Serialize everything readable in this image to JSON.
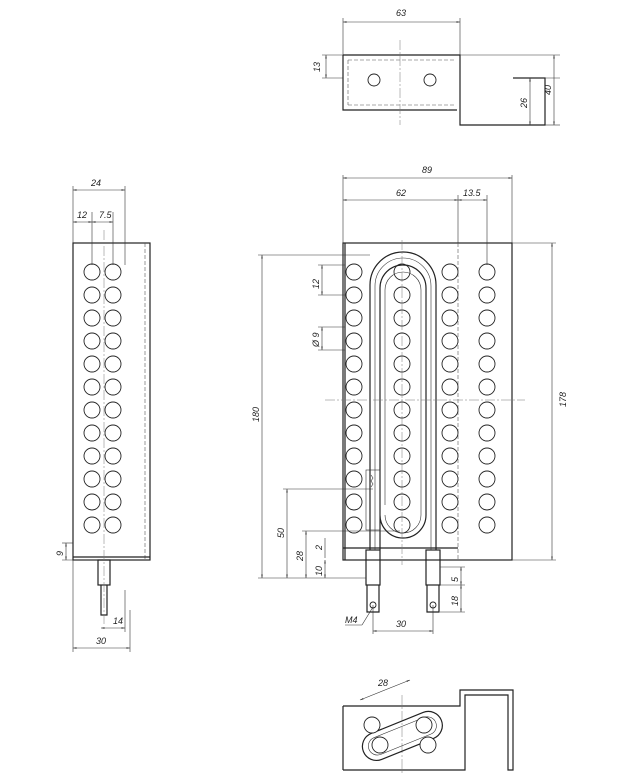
{
  "drawing": {
    "top_view": {
      "width": "63",
      "tab": "13",
      "bend": "26",
      "height": "40"
    },
    "front_view": {
      "total_width": "89",
      "inner_width": "62",
      "offset": "13.5",
      "plate_height": "178",
      "overall_height": "180",
      "hole_pitch": "12",
      "hole_diameter": "Ø 9",
      "d50": "50",
      "d28": "28",
      "d2": "2",
      "d10": "10",
      "d5": "5",
      "d18": "18",
      "terminal_spacing": "30",
      "thread": "M4"
    },
    "side_view": {
      "width": "24",
      "d12": "12",
      "d7_5": "7.5",
      "d9": "9",
      "d14": "14",
      "d30": "30"
    },
    "bottom_view": {
      "d28": "28"
    }
  }
}
